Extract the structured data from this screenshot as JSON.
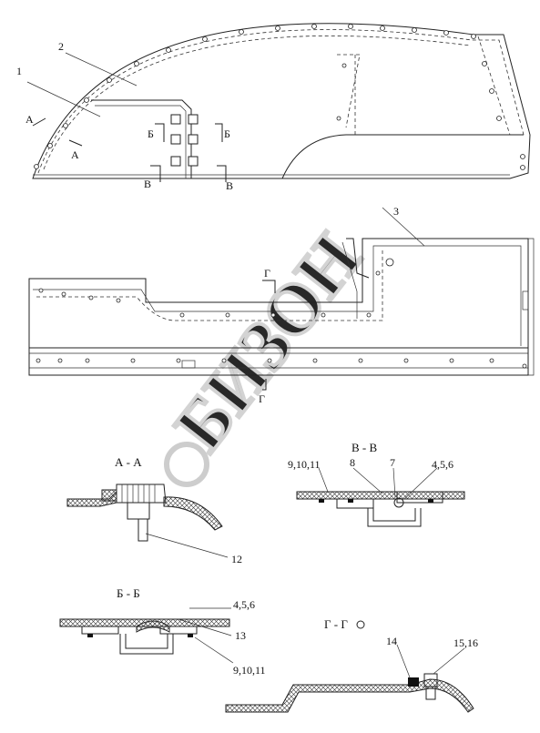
{
  "labels": {
    "p1": "1",
    "p2": "2",
    "p3": "3",
    "p12": "12",
    "p13": "13",
    "p14": "14",
    "p4_5_6_a": "4,5,6",
    "p4_5_6_b": "4,5,6",
    "p7": "7",
    "p8": "8",
    "p9_10_11_a": "9,10,11",
    "p9_10_11_b": "9,10,11",
    "p15_16": "15,16"
  },
  "section_marks": {
    "a_left": "А",
    "a_right": "А",
    "b_left": "Б",
    "b_right": "Б",
    "v_left": "В",
    "v_right": "В",
    "g_top": "Г",
    "g_bottom": "Г"
  },
  "section_titles": {
    "aa": "А - А",
    "vv": "В - В",
    "bb": "Б - Б",
    "gg": "Г - Г"
  },
  "watermark": "БИЗОН"
}
